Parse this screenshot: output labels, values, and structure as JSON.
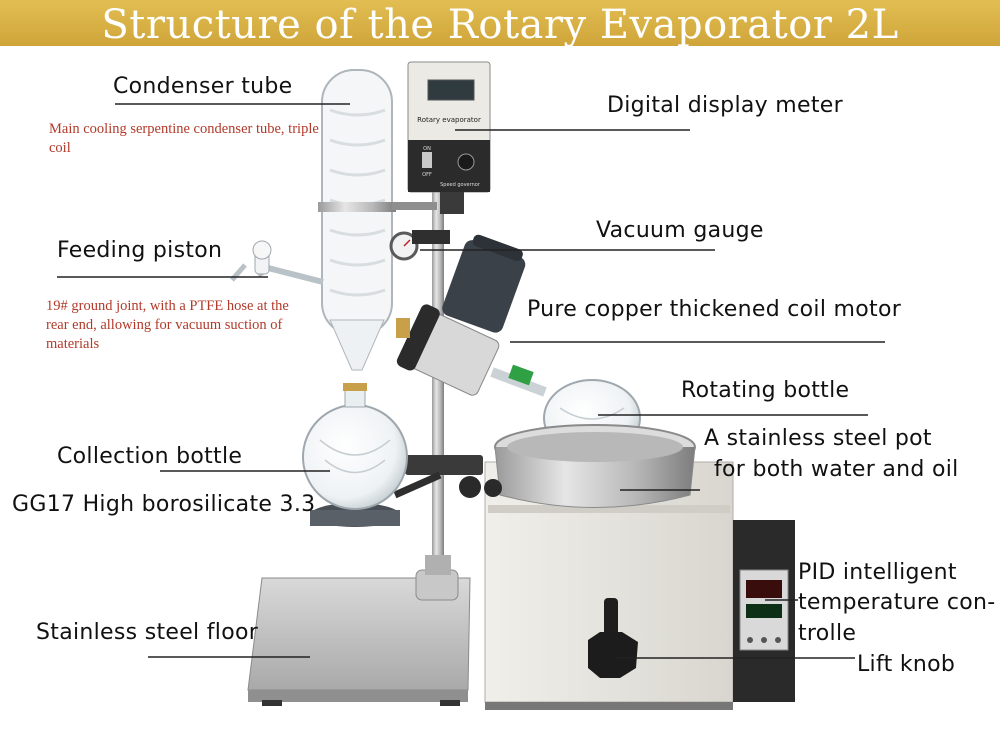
{
  "title": "Structure of the Rotary Evaporator 2L",
  "colors": {
    "banner": "#d9b24a",
    "title_text": "#ffffff",
    "note_text": "#b23a2a"
  },
  "labels": {
    "condenser_tube": "Condenser tube",
    "condenser_note": "Main cooling serpentine condenser tube, triple coil",
    "digital_display": "Digital display meter",
    "vacuum_gauge": "Vacuum gauge",
    "feeding_piston": "Feeding piston",
    "feeding_note": "19# ground joint, with a PTFE hose at the rear end, allowing for vacuum suction of materials",
    "motor": "Pure copper thickened coil motor",
    "rotating_bottle": "Rotating bottle",
    "pot_line1": "A stainless steel  pot",
    "pot_line2": "for both water and oil",
    "collection_bottle": "Collection bottle",
    "borosilicate": "GG17 High borosilicate 3.3",
    "pid_line1": "PID intelligent",
    "pid_line2": "temperature con-",
    "pid_line3": "trolle",
    "floor": "Stainless steel floor",
    "lift_knob": "Lift knob"
  },
  "device": {
    "meter_title": "Rotary evaporator",
    "switch_on": "ON",
    "switch_off": "OFF",
    "speed_label": "Speed governor"
  }
}
